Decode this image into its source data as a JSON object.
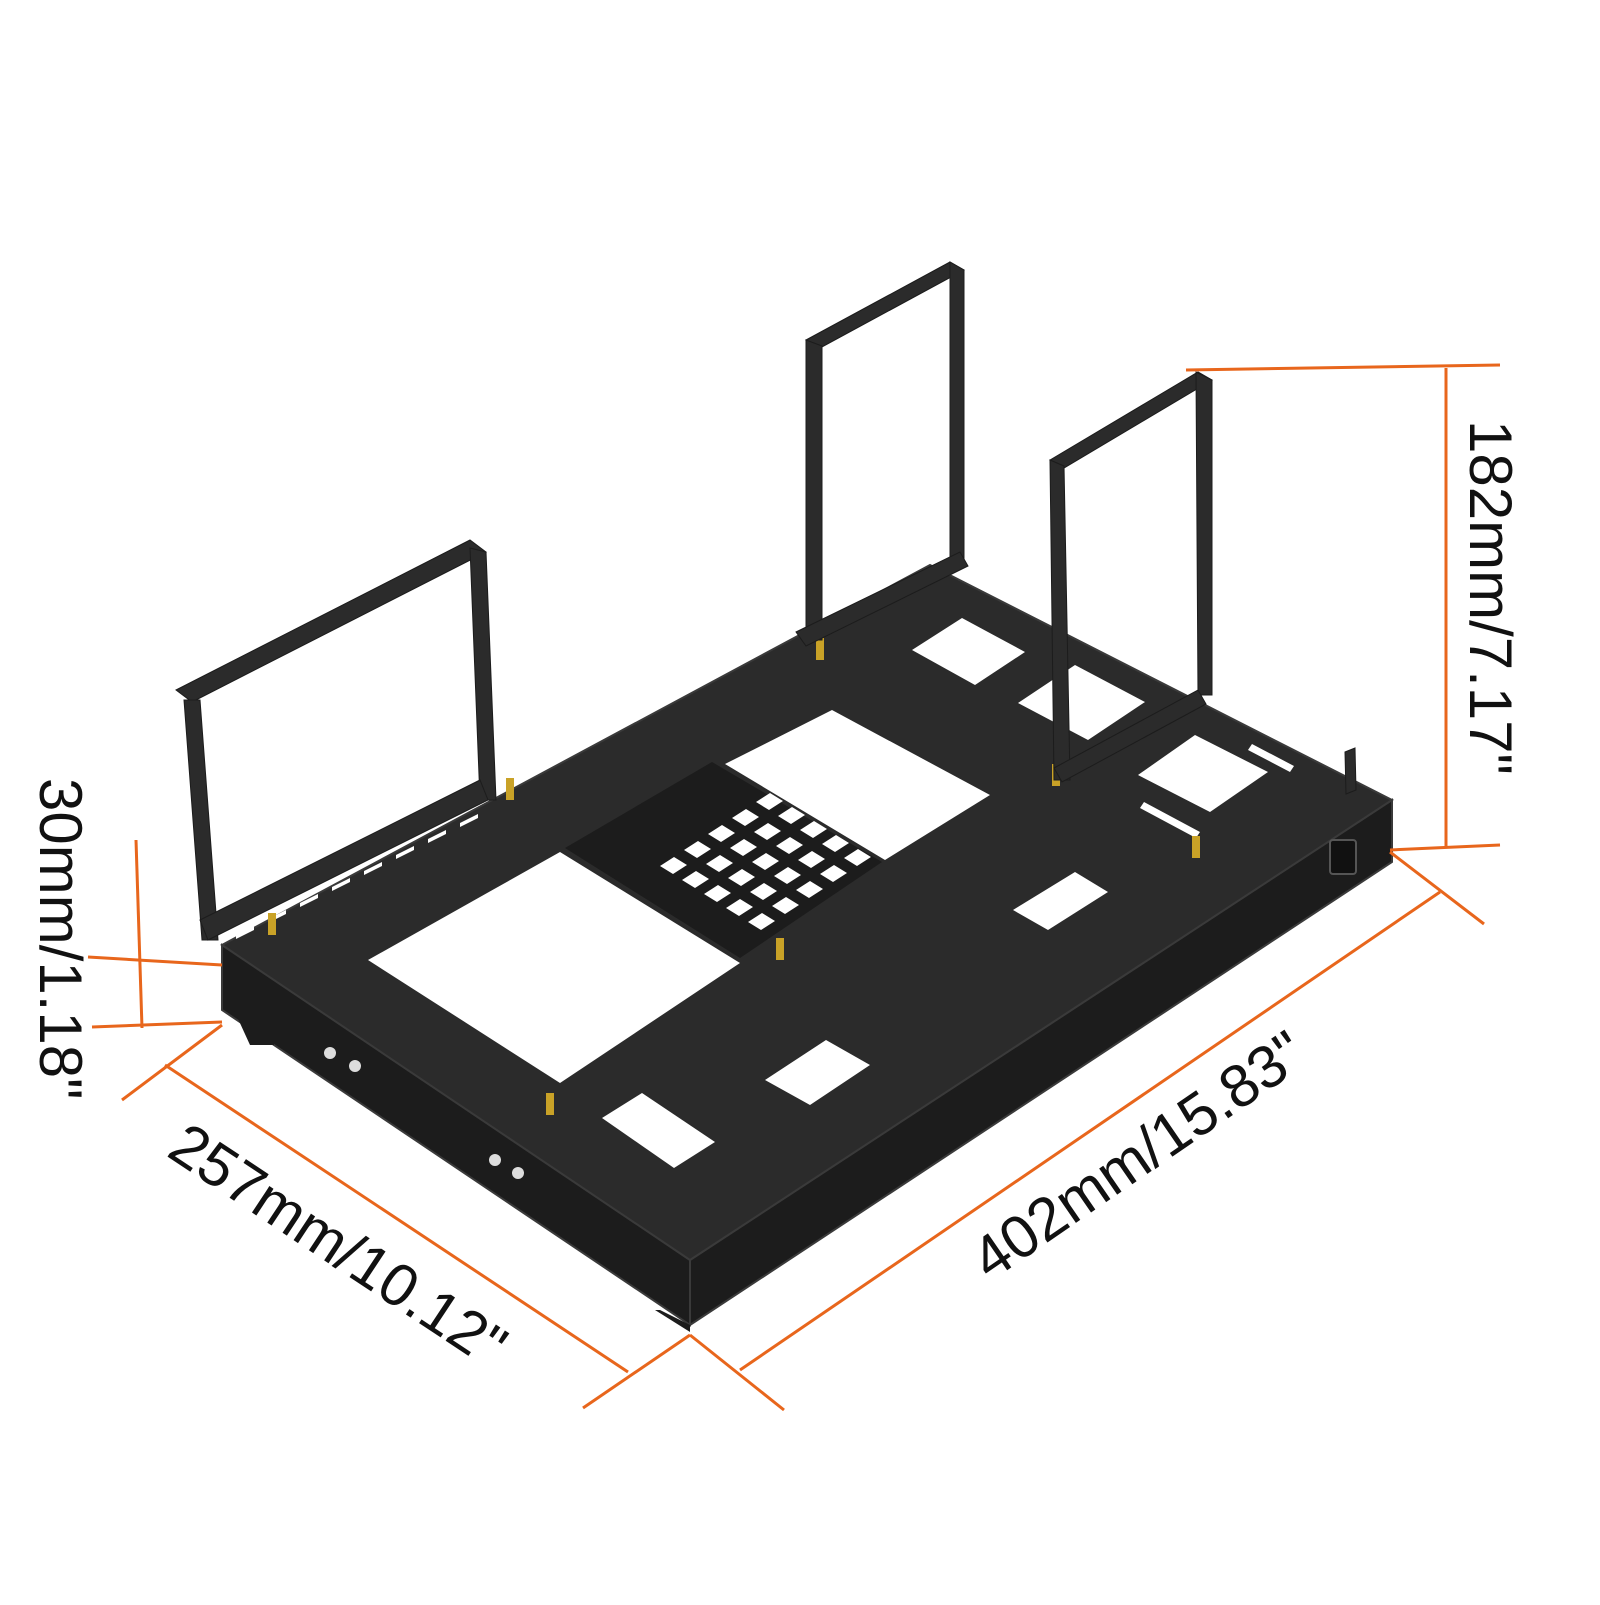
{
  "dimensions": {
    "height_total": "182mm/7.17\"",
    "base_height": "30mm/1.18\"",
    "width": "257mm/10.12\"",
    "length": "402mm/15.83\""
  },
  "colors": {
    "dimension_line": "#e8661c",
    "frame": "#2b2b2b",
    "frame_side": "#1c1c1c",
    "frame_edge": "#3a3a3a",
    "cutout": "#ffffff",
    "standoff": "#c9a227",
    "text": "#111111"
  },
  "icons": {
    "power_switch": "power-switch-icon"
  }
}
